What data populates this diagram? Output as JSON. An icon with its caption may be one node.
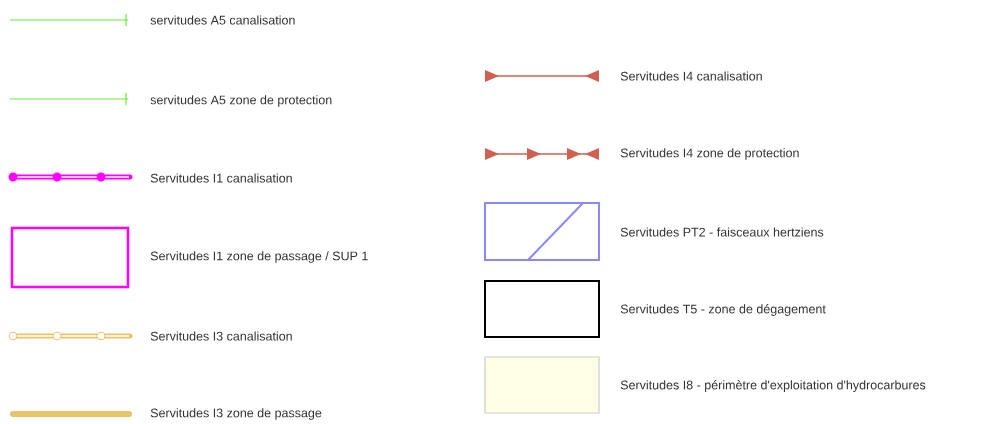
{
  "diagram": {
    "legend": [
      {
        "text": "servitudes A5 canalisation"
      },
      {
        "text": "servitudes A5 zone de protection"
      },
      {
        "text": "Servitudes I1 canalisation"
      },
      {
        "text": "Servitudes I1 zone de passage / SUP 1",
        "color": "#ff00ff"
      },
      {
        "text": "Servitudes I3 canalisation"
      },
      {
        "text": "Servitudes I3 zone de passage"
      },
      {
        "text": "Servitudes I4 canalisation"
      },
      {
        "text": "Servitudes I4 zone de protection"
      },
      {
        "text": "Servitudes PT2 - faisceaux hertziens"
      },
      {
        "text": "Servitudes T5 - zone de dégagement",
        "color": "#000000"
      },
      {
        "text": "Servitudes I8 - périmètre d'exploitation d'hydrocarbures",
        "color": "#ffffe6"
      }
    ]
  }
}
